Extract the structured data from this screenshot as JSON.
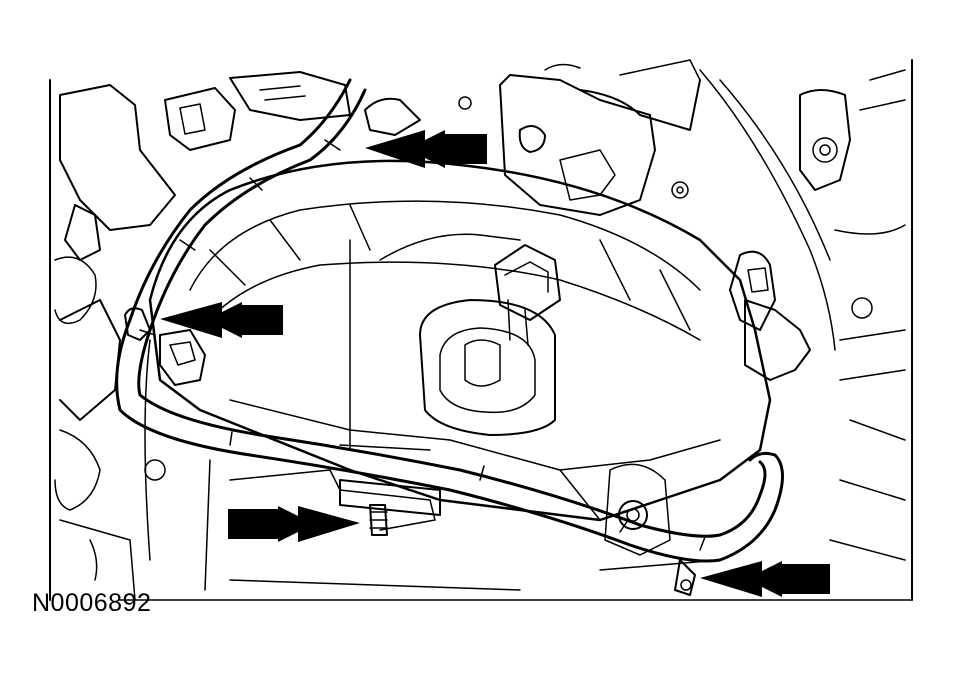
{
  "figure": {
    "id_label": "N0006892"
  },
  "callouts": [
    {
      "name": "arrow-upper-right",
      "direction": "left"
    },
    {
      "name": "arrow-left-clip",
      "direction": "left"
    },
    {
      "name": "arrow-lower-left-stud",
      "direction": "right"
    },
    {
      "name": "arrow-lower-right-bolt",
      "direction": "left"
    }
  ],
  "colors": {
    "line": "#000000",
    "background": "#ffffff"
  }
}
